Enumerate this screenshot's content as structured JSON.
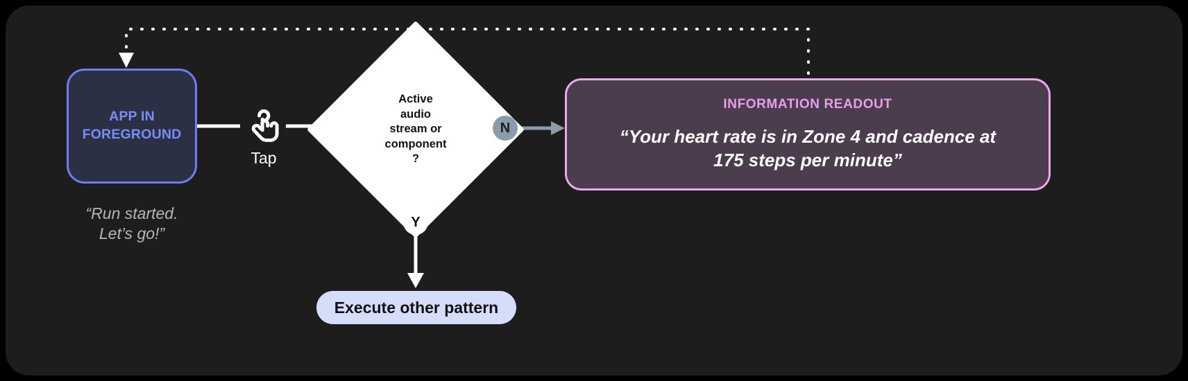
{
  "theme": {
    "canvas_bg": "#1d1d1d",
    "page_bg": "#000000",
    "app_node_fill": "#2b3045",
    "app_node_border": "#6c7ef2",
    "app_node_text": "#7c8cf8",
    "caption_text": "#b6b6b6",
    "diamond_fill": "#ffffff",
    "diamond_text": "#121212",
    "badge_n_fill": "#8b9bab",
    "badge_y_fill": "#ffffff",
    "readout_fill": "#4b3c4e",
    "readout_border": "#eba8ee",
    "readout_title_text": "#e79fec",
    "readout_body_text": "#ffffff",
    "pill_fill": "#d5ddfa",
    "pill_text": "#111111",
    "wire_solid": "#ffffff",
    "wire_gray": "#8b9bab",
    "wire_dotted": "#ffffff"
  },
  "nodes": {
    "app": {
      "label": "APP IN\nFOREGROUND",
      "caption": "“Run started.\nLet’s go!”"
    },
    "gesture": {
      "icon": "tap-gesture-icon",
      "label": "Tap"
    },
    "decision": {
      "text": "Active\naudio\nstream or\ncomponent\n?"
    },
    "readout": {
      "title": "INFORMATION READOUT",
      "body": "“Your heart rate is in Zone 4 and cadence at\n175 steps per minute”"
    },
    "execute": {
      "label": "Execute other pattern"
    }
  },
  "branches": {
    "no": {
      "badge": "N"
    },
    "yes": {
      "badge": "Y"
    }
  },
  "edges": [
    {
      "name": "app-to-tap",
      "style": "solid",
      "color": "#ffffff",
      "arrow": false
    },
    {
      "name": "tap-to-decision",
      "style": "solid",
      "color": "#ffffff",
      "arrow": true
    },
    {
      "name": "decision-to-n-badge",
      "style": "solid",
      "color": "#8b9bab",
      "arrow": false
    },
    {
      "name": "n-badge-to-readout",
      "style": "solid",
      "color": "#8b9bab",
      "arrow": true
    },
    {
      "name": "decision-to-y-badge",
      "style": "solid",
      "color": "#ffffff",
      "arrow": false
    },
    {
      "name": "y-badge-to-execute",
      "style": "solid",
      "color": "#ffffff",
      "arrow": true
    },
    {
      "name": "readout-feedback-to-app",
      "style": "dotted",
      "color": "#ffffff",
      "arrow": true
    }
  ]
}
